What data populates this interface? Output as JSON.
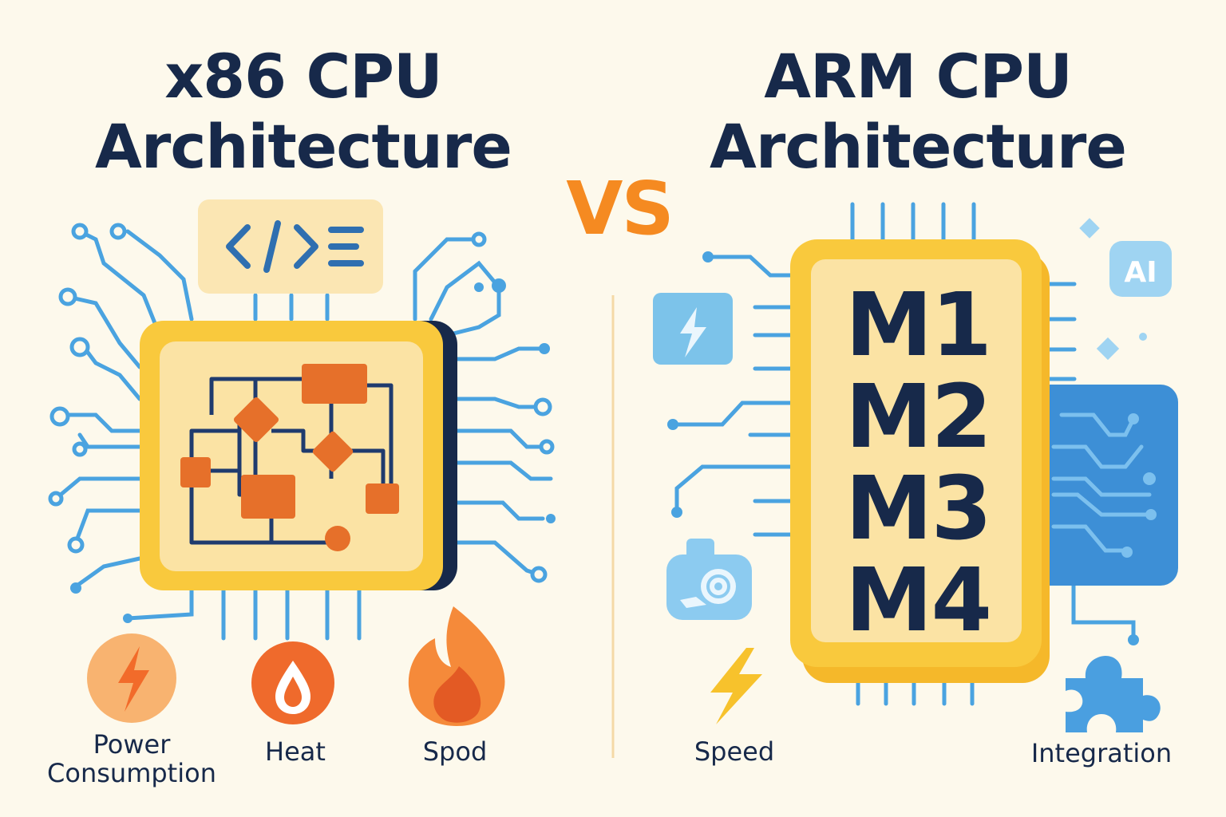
{
  "left": {
    "title_line1": "x86 CPU",
    "title_line2": "Architecture",
    "code_icon": "code-icon",
    "chip_icon": "flowchart-chip-icon",
    "features": [
      {
        "label_line1": "Power",
        "label_line2": "Consumption",
        "icon": "lightning-circle-icon"
      },
      {
        "label": "Heat",
        "icon": "droplet-circle-icon"
      },
      {
        "label": "Spod",
        "icon": "flame-icon"
      }
    ]
  },
  "vs": "VS",
  "right": {
    "title_line1": "ARM CPU",
    "title_line2": "Architecture",
    "models": [
      "M1",
      "M2",
      "M3",
      "M4"
    ],
    "ai_badge": "AI",
    "features": [
      {
        "label": "Speed",
        "icon": "lightning-icon"
      },
      {
        "label": "Integration",
        "icon": "puzzle-icon"
      }
    ],
    "decor_icons": [
      "lightning-tile-icon",
      "snail-icon",
      "circuit-board-icon",
      "diamond-icon"
    ]
  },
  "colors": {
    "background": "#fdf9ec",
    "navy": "#17294a",
    "orange": "#f58a21",
    "yellow": "#f9c93d",
    "blue": "#4aa3e0"
  }
}
